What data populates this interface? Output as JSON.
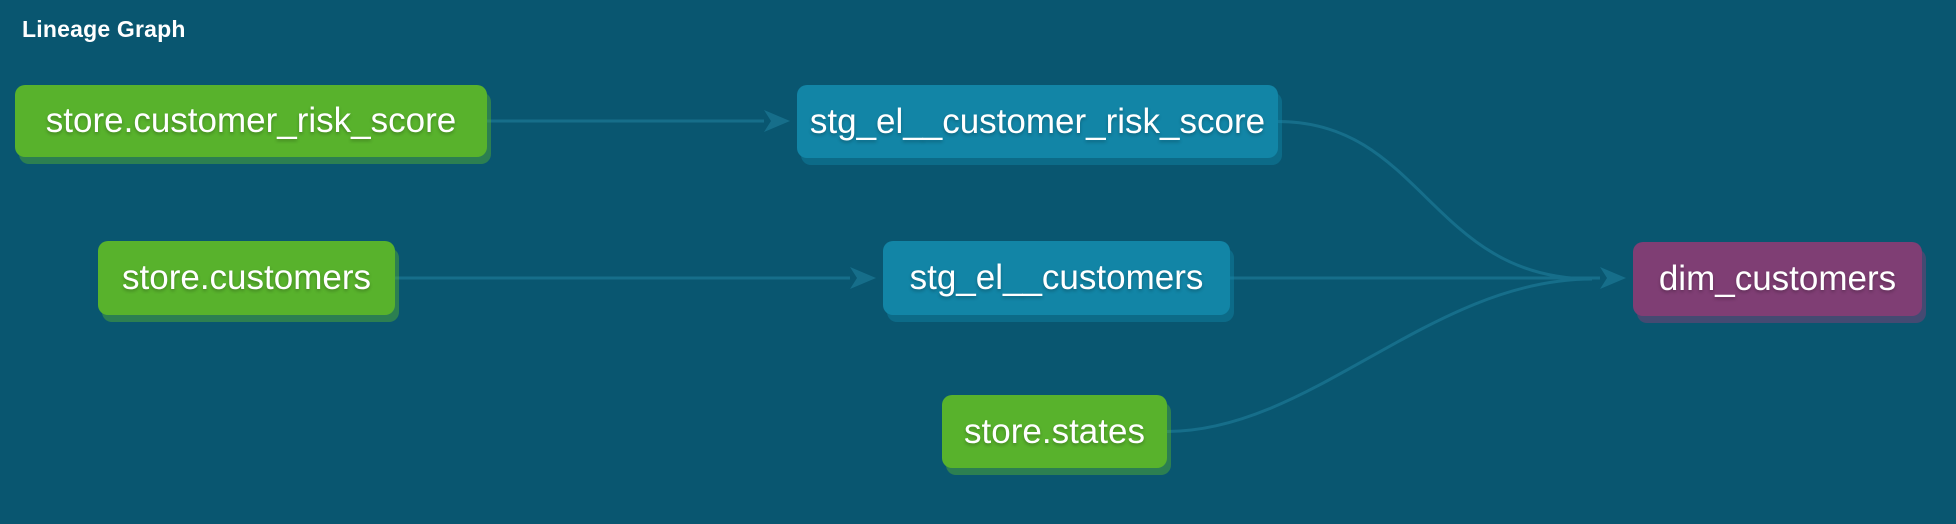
{
  "title": "Lineage Graph",
  "colors": {
    "background": "#095670",
    "edge": "#166e8a",
    "source_node": "#58b22c",
    "staging_node": "#1285a6",
    "mart_node": "#7f3e74",
    "text": "#ffffff"
  },
  "graph": {
    "nodes": [
      {
        "id": "store.customer_risk_score",
        "label": "store.customer_risk_score",
        "type": "source"
      },
      {
        "id": "stg_el__customer_risk_score",
        "label": "stg_el__customer_risk_score",
        "type": "staging"
      },
      {
        "id": "store.customers",
        "label": "store.customers",
        "type": "source"
      },
      {
        "id": "stg_el__customers",
        "label": "stg_el__customers",
        "type": "staging"
      },
      {
        "id": "store.states",
        "label": "store.states",
        "type": "source"
      },
      {
        "id": "dim_customers",
        "label": "dim_customers",
        "type": "mart"
      }
    ],
    "edges": [
      {
        "from": "store.customer_risk_score",
        "to": "stg_el__customer_risk_score"
      },
      {
        "from": "store.customers",
        "to": "stg_el__customers"
      },
      {
        "from": "stg_el__customer_risk_score",
        "to": "dim_customers"
      },
      {
        "from": "stg_el__customers",
        "to": "dim_customers"
      },
      {
        "from": "store.states",
        "to": "dim_customers"
      }
    ]
  }
}
